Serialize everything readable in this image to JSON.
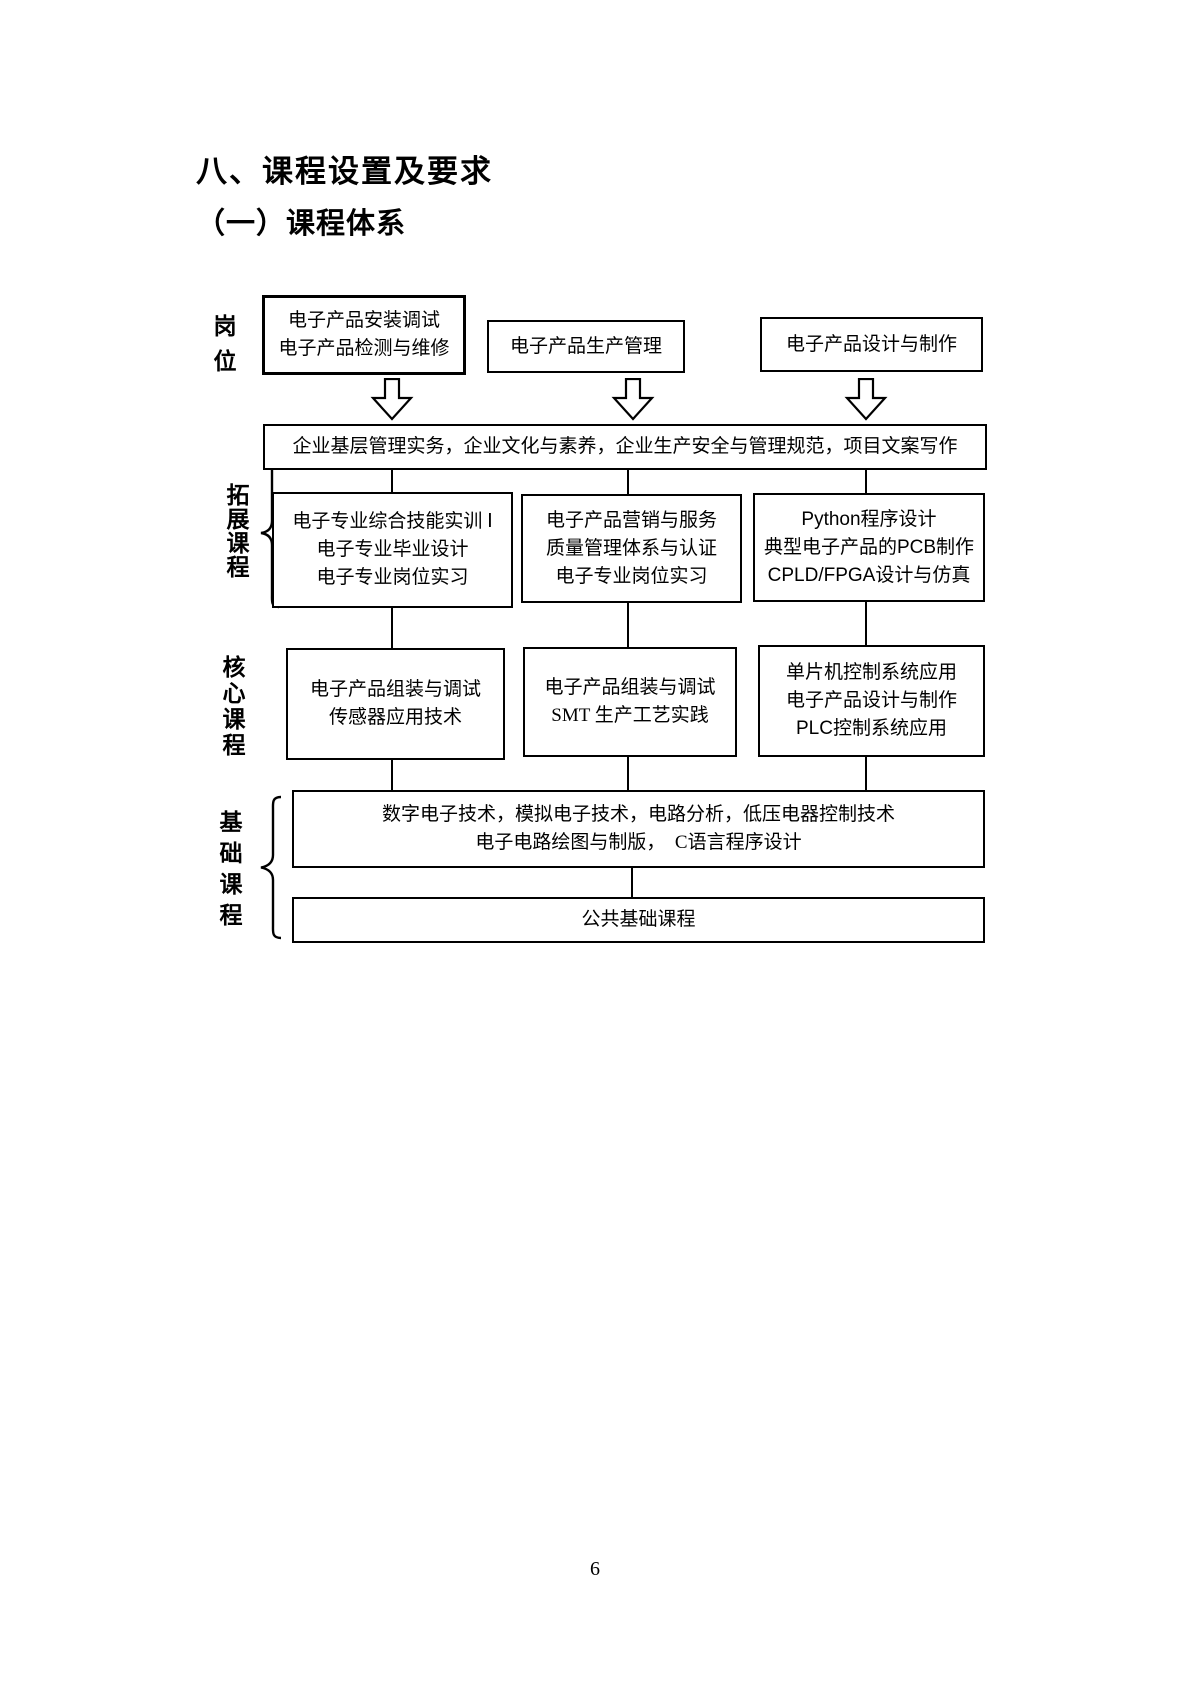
{
  "page": {
    "heading": "八、课程设置及要求",
    "subheading": "（一）课程体系",
    "page_number": "6"
  },
  "diagram": {
    "row_labels": {
      "positions": "岗位",
      "extension": "拓展课程",
      "core": "核心课程",
      "foundation": "基础课程"
    },
    "position_row": {
      "boxes": [
        {
          "lines": [
            "电子产品安装调试",
            "电子产品检测与维修"
          ]
        },
        {
          "lines": [
            "电子产品生产管理"
          ]
        },
        {
          "lines": [
            "电子产品设计与制作"
          ]
        }
      ]
    },
    "bridge_box": {
      "lines": [
        "企业基层管理实务，企业文化与素养，企业生产安全与管理规范，项目文案写作"
      ]
    },
    "extension_row": {
      "boxes": [
        {
          "lines": [
            "电子专业综合技能实训 Ⅰ",
            "电子专业毕业设计",
            "电子专业岗位实习"
          ]
        },
        {
          "lines": [
            "电子产品营销与服务",
            "质量管理体系与认证",
            "电子专业岗位实习"
          ]
        },
        {
          "lines": [
            "Python程序设计",
            "典型电子产品的PCB制作",
            "CPLD/FPGA设计与仿真"
          ]
        }
      ]
    },
    "core_row": {
      "boxes": [
        {
          "lines": [
            "电子产品组装与调试",
            "传感器应用技术"
          ]
        },
        {
          "lines": [
            "电子产品组装与调试",
            "SMT 生产工艺实践"
          ]
        },
        {
          "lines": [
            "单片机控制系统应用",
            "电子产品设计与制作",
            "PLC控制系统应用"
          ]
        }
      ]
    },
    "foundation_row": {
      "boxes": [
        {
          "lines": [
            "数字电子技术，模拟电子技术，电路分析，低压电器控制技术",
            "电子电路绘图与制版，　C语言程序设计"
          ]
        },
        {
          "lines": [
            "公共基础课程"
          ]
        }
      ]
    },
    "icons": {
      "down_arrow": "hollow-block-arrow-down",
      "brace": "left-curly-brace"
    }
  },
  "colors": {
    "text": "#000000",
    "line": "#000000",
    "background": "#ffffff"
  }
}
